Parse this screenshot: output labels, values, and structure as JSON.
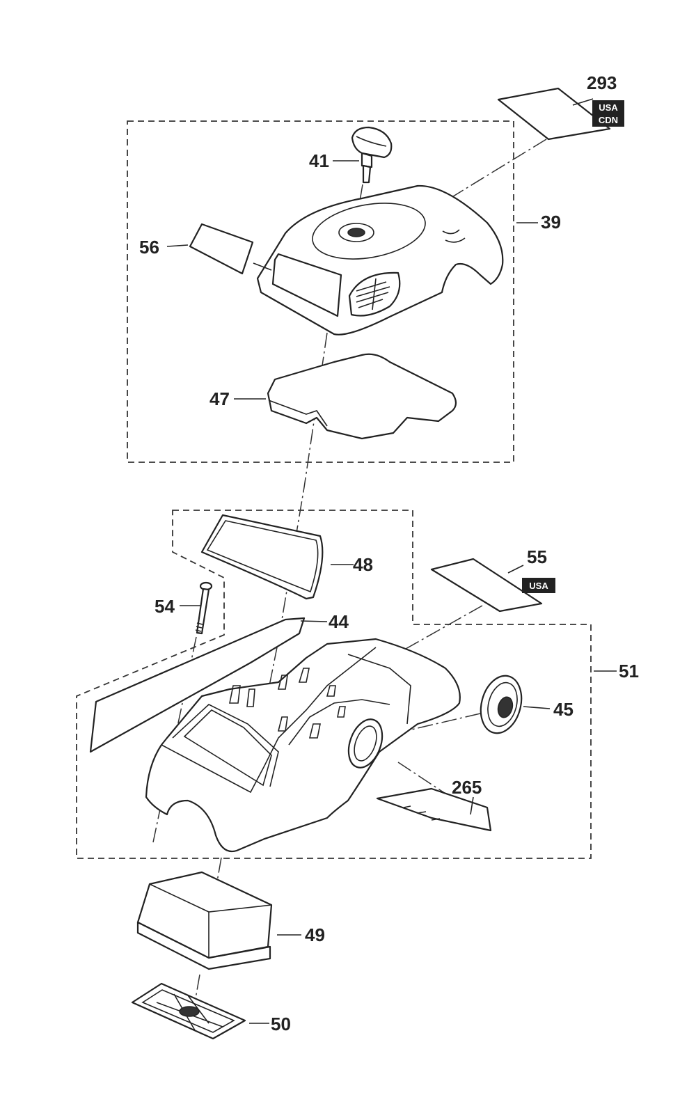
{
  "colors": {
    "line": "#222222",
    "badge": "#222222",
    "badge_text": "#ffffff",
    "background": "#ffffff"
  },
  "callouts": {
    "p293": "293",
    "p39": "39",
    "p41": "41",
    "p56": "56",
    "p47": "47",
    "p48": "48",
    "p55": "55",
    "p54": "54",
    "p44": "44",
    "p51": "51",
    "p45": "45",
    "p265": "265",
    "p49": "49",
    "p50": "50"
  },
  "badges": {
    "usa_cdn_line1": "USA",
    "usa_cdn_line2": "CDN",
    "usa": "USA"
  }
}
